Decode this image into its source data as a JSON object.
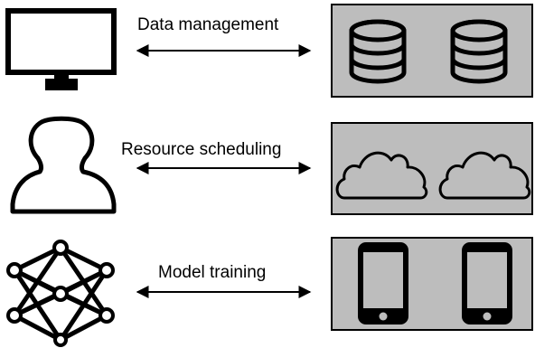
{
  "colors": {
    "panel_fill": "#bdbdbd",
    "stroke": "#000000",
    "background": "#ffffff"
  },
  "rows": [
    {
      "label": "Data management",
      "left_icon": "monitor-icon",
      "right_icons": [
        "database-icon",
        "database-icon"
      ]
    },
    {
      "label": "Resource scheduling",
      "left_icon": "user-icon",
      "right_icons": [
        "cloud-icon",
        "cloud-icon"
      ]
    },
    {
      "label": "Model training",
      "left_icon": "neural-network-icon",
      "right_icons": [
        "smartphone-icon",
        "smartphone-icon"
      ]
    }
  ]
}
